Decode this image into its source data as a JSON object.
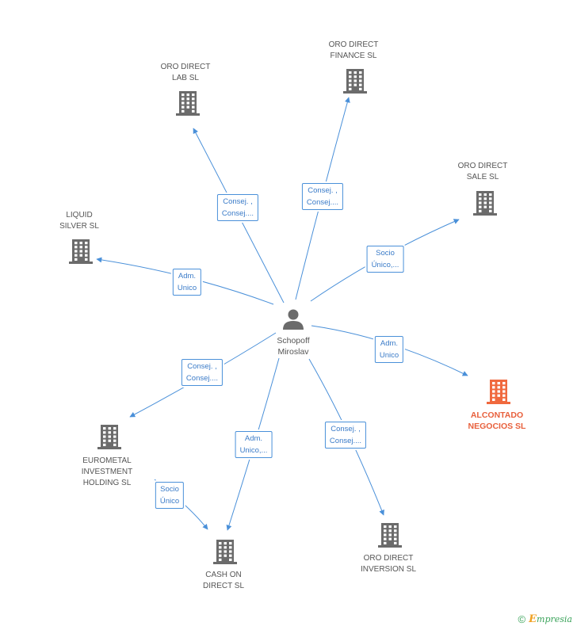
{
  "center": {
    "name": "Schopoff\nMiroslav"
  },
  "nodes": [
    {
      "id": "lab",
      "label": "ORO DIRECT\nLAB SL",
      "highlight": false
    },
    {
      "id": "finance",
      "label": "ORO DIRECT\nFINANCE  SL",
      "highlight": false
    },
    {
      "id": "sale",
      "label": "ORO DIRECT\nSALE SL",
      "highlight": false
    },
    {
      "id": "liquid",
      "label": "LIQUID\nSILVER SL",
      "highlight": false
    },
    {
      "id": "alcontado",
      "label": "ALCONTADO\nNEGOCIOS SL",
      "highlight": true
    },
    {
      "id": "eurometal",
      "label": "EUROMETAL\nINVESTMENT\nHOLDING SL",
      "highlight": false
    },
    {
      "id": "cash",
      "label": "CASH ON\nDIRECT  SL",
      "highlight": false
    },
    {
      "id": "inversion",
      "label": "ORO DIRECT\nINVERSION SL",
      "highlight": false
    }
  ],
  "edges": [
    {
      "from": "center",
      "to": "lab",
      "label": "Consej. ,\nConsej...."
    },
    {
      "from": "center",
      "to": "finance",
      "label": "Consej. ,\nConsej...."
    },
    {
      "from": "center",
      "to": "sale",
      "label": "Socio\nÚnico,..."
    },
    {
      "from": "center",
      "to": "liquid",
      "label": "Adm.\nUnico"
    },
    {
      "from": "center",
      "to": "alcontado",
      "label": "Adm.\nUnico"
    },
    {
      "from": "center",
      "to": "eurometal",
      "label": "Consej. ,\nConsej...."
    },
    {
      "from": "center",
      "to": "cash",
      "label": "Adm.\nUnico,..."
    },
    {
      "from": "center",
      "to": "inversion",
      "label": "Consej. ,\nConsej...."
    },
    {
      "from": "eurometal",
      "to": "cash",
      "label": "Socio\nÚnico"
    }
  ],
  "colors": {
    "edge": "#4a90d9",
    "node": "#6b6b6b",
    "highlight": "#f0693e",
    "person": "#6b6b6b"
  },
  "footer": {
    "copyright": "©",
    "brand_initial": "E",
    "brand_rest": "mpresia"
  },
  "icons": {
    "company": "building-icon",
    "person": "person-icon"
  }
}
